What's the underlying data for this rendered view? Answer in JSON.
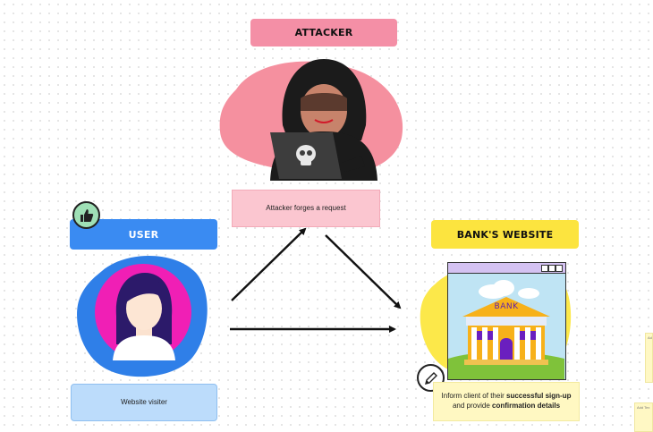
{
  "attacker": {
    "title": "ATTACKER",
    "note": "Attacker forges a request",
    "colors": {
      "title_bg": "#f48fa6",
      "note_bg": "#fbc6d0",
      "blob": "#f5909f"
    }
  },
  "user": {
    "title": "USER",
    "note": "Website visiter",
    "colors": {
      "title_bg": "#3a8bf2",
      "note_bg": "#bcdcfb",
      "blob": "#2f7fe8"
    }
  },
  "bank": {
    "title": "BANK'S WEBSITE",
    "sign": "BANK",
    "note_plain_1": "Inform client of their ",
    "note_bold_1": "successful sign-up",
    "note_plain_2": " and provide ",
    "note_bold_2": "confirmation details",
    "colors": {
      "title_bg": "#fce43f",
      "note_bg": "#fff8c2",
      "blob": "#fce84a"
    }
  },
  "icons": {
    "thumbs": "thumbs-up-icon",
    "pen": "pencil-icon",
    "skull": "skull-icon"
  },
  "side_notes": {
    "top": "Ad",
    "bottom": "Add Tex"
  }
}
